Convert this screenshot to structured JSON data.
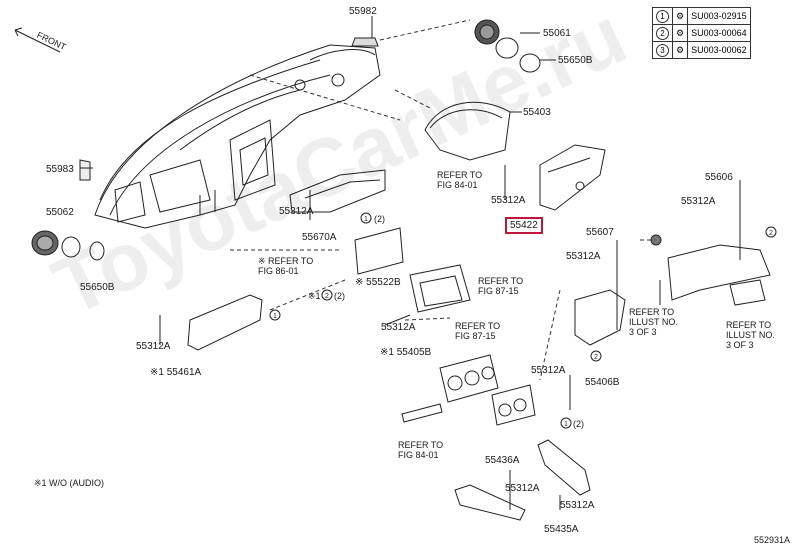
{
  "watermark": "ToyotaCarMe.ru",
  "diagram_id": "552931A",
  "front_label": "FRONT",
  "footnote": "※1 W/O (AUDIO)",
  "key_table": [
    {
      "num": "1",
      "code": "SU003-02915"
    },
    {
      "num": "2",
      "code": "SU003-00064"
    },
    {
      "num": "3",
      "code": "SU003-00062"
    }
  ],
  "parts": {
    "p55982": "55982",
    "p55061": "55061",
    "p55650B_top": "55650B",
    "p55403": "55403",
    "p55983": "55983",
    "p55062": "55062",
    "p55650B_left": "55650B",
    "p55312A_a": "55312A",
    "p55670A": "55670A",
    "p55312A_b": "55312A",
    "p55422": "55422",
    "p55606": "55606",
    "p55312A_c": "55312A",
    "p55607": "55607",
    "p55312A_d": "55312A",
    "p55522B": "※ 55522B",
    "p55312A_e": "55312A",
    "p55405B": "※1 55405B",
    "p55312A_f": "55312A",
    "p55461A": "※1 55461A",
    "p55312A_g": "55312A",
    "p55406B": "55406B",
    "p55436A": "55436A",
    "p55312A_h": "55312A",
    "p55312A_i": "55312A",
    "p55435A": "55435A",
    "call_1_2_a": "(2)",
    "call_1_2_b": "(2)",
    "call_1_2_c": "(2)",
    "call_note_1": "※1",
    "call_note_2": "※"
  },
  "refers": {
    "r1": "REFER TO\nFIG 84-01",
    "r2": "※ REFER TO\nFIG 86-01",
    "r3": "REFER TO\nFIG 87-15",
    "r4": "REFER TO\nFIG 87-15",
    "r5": "REFER TO\nFIG 84-01",
    "r6": "REFER TO\nILLUST NO.\n3 OF 3",
    "r7": "REFER TO\nILLUST NO.\n3 OF 3"
  }
}
